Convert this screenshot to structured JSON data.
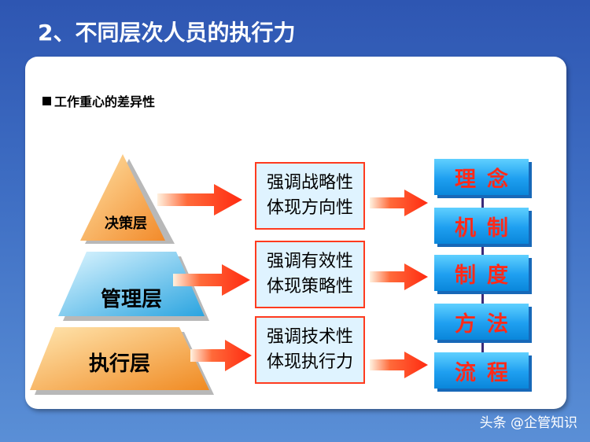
{
  "title": "2、不同层次人员的执行力",
  "subtitle": "工作重心的差异性",
  "pyramid": {
    "top": "决策层",
    "middle": "管理层",
    "bottom": "执行层"
  },
  "emphasis": [
    {
      "line1": "强调战略性",
      "line2": "体现方向性"
    },
    {
      "line1": "强调有效性",
      "line2": "体现策略性"
    },
    {
      "line1": "强调技术性",
      "line2": "体现执行力"
    }
  ],
  "chain": [
    "理念",
    "机制",
    "制度",
    "方法",
    "流程"
  ],
  "watermark": "头条 @企管知识",
  "colors": {
    "background": "#3f6fc4",
    "arrow": "#ff3b1f",
    "box_border": "#ff3b1f",
    "chain_box": "#1e9ff0",
    "chain_text": "#ff2a1a"
  }
}
